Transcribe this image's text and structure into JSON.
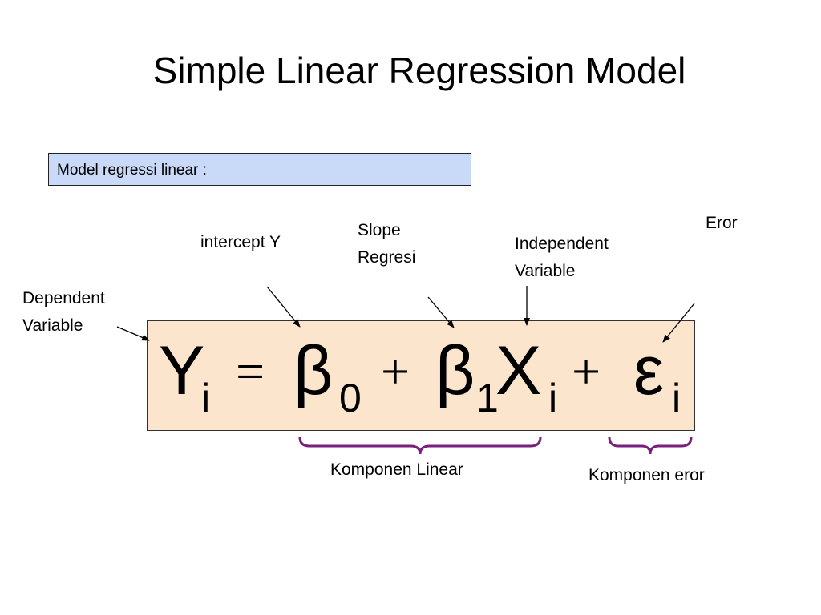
{
  "slide": {
    "title": "Simple Linear Regression Model",
    "definition_label": "Model regressi linear :"
  },
  "labels": {
    "intercept": "intercept  Y",
    "slope_line1": "Slope",
    "slope_line2": "Regresi",
    "independent_line1": "Independent",
    "independent_line2": "Variable",
    "error": "Eror",
    "dependent_line1": "Dependent",
    "dependent_line2": "Variable",
    "linear_component": "Komponen Linear",
    "error_component": "Komponen eror"
  },
  "equation": {
    "y": "Y",
    "y_sub": "i",
    "equals": "=",
    "beta": "β",
    "beta0_sub": "0",
    "plus": "+",
    "beta1_sub": "1",
    "x": "X",
    "x_sub": "i",
    "epsilon": "ε",
    "epsilon_sub": "i"
  },
  "colors": {
    "equation_box": "#fce5cd",
    "definition_box": "#c9daf8",
    "brace": "#7a1f7a"
  }
}
